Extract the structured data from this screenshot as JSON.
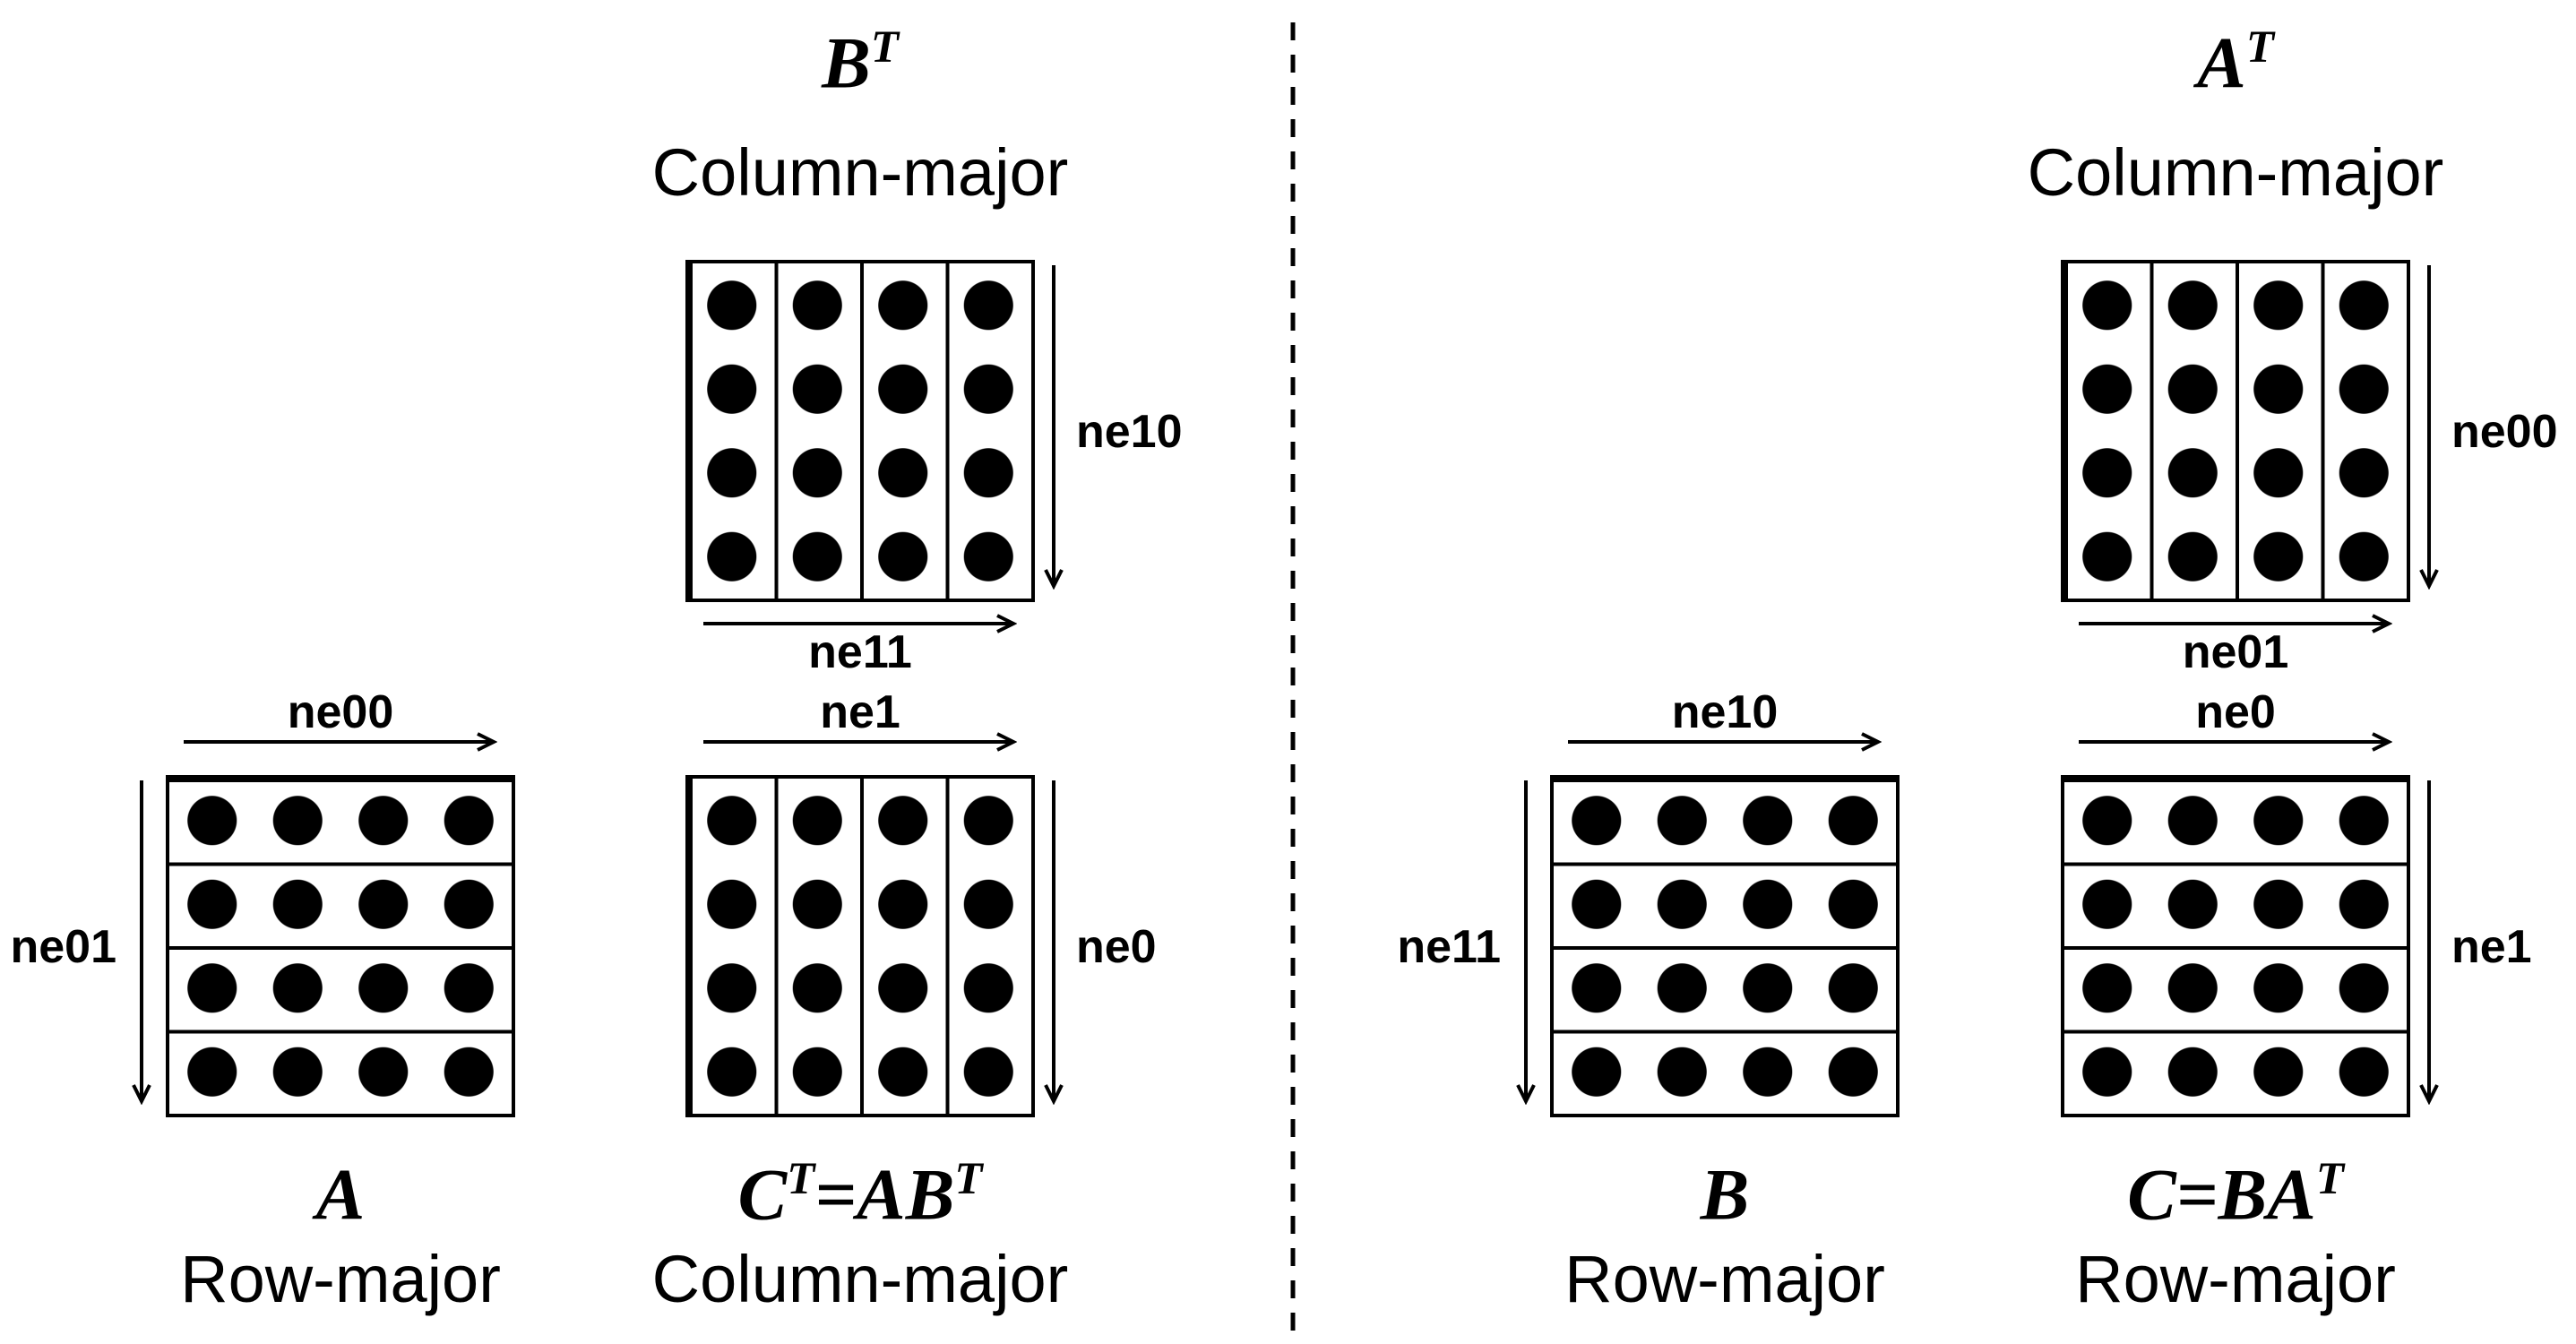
{
  "diagram": {
    "left": {
      "bt": {
        "title_base": "B",
        "title_sup": "T",
        "layout": "Column-major",
        "right_label": "ne10",
        "bottom_label": "ne11"
      },
      "a": {
        "top_label": "ne00",
        "left_label": "ne01",
        "name_base": "A",
        "layout": "Row-major"
      },
      "ct": {
        "top_label": "ne1",
        "right_label": "ne0",
        "name_base": "C",
        "name_sup": "T",
        "name_base2": "=AB",
        "name_sup2": "T",
        "layout": "Column-major"
      }
    },
    "right": {
      "at": {
        "title_base": "A",
        "title_sup": "T",
        "layout": "Column-major",
        "right_label": "ne00",
        "bottom_label": "ne01"
      },
      "b": {
        "top_label": "ne10",
        "left_label": "ne11",
        "name_base": "B",
        "layout": "Row-major"
      },
      "c": {
        "top_label": "ne0",
        "right_label": "ne1",
        "name_base": "C=BA",
        "name_sup": "T",
        "layout": "Row-major"
      }
    },
    "grid": {
      "rows": 4,
      "cols": 4
    }
  }
}
